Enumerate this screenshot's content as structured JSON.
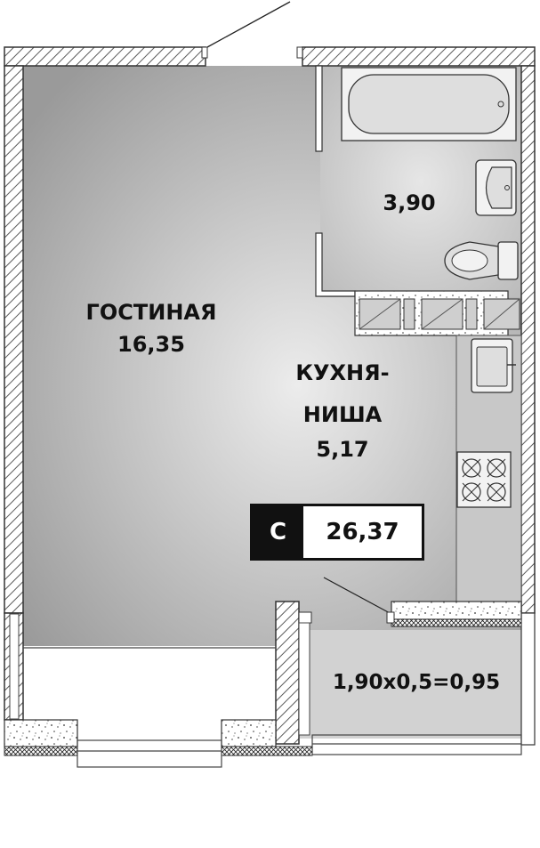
{
  "rooms": {
    "living": {
      "name": "ГОСТИНАЯ",
      "area": "16,35"
    },
    "bathroom": {
      "area": "3,90"
    },
    "kitchen": {
      "name_line1": "КУХНЯ-",
      "name_line2": "НИША",
      "area": "5,17"
    },
    "balcony": {
      "area": "1,90x0,5=0,95"
    }
  },
  "summary": {
    "type": "С",
    "total_area": "26,37"
  },
  "colors": {
    "wall_hatch": "#5a5a5a",
    "floor_light": "#ececec",
    "floor_dark": "#9a9a9a",
    "balcony_fill": "#d2d2d2",
    "label": "#111111"
  },
  "icons": [
    "bathtub-icon",
    "sink-icon",
    "toilet-icon",
    "kitchen-sink-icon",
    "stove-icon"
  ]
}
